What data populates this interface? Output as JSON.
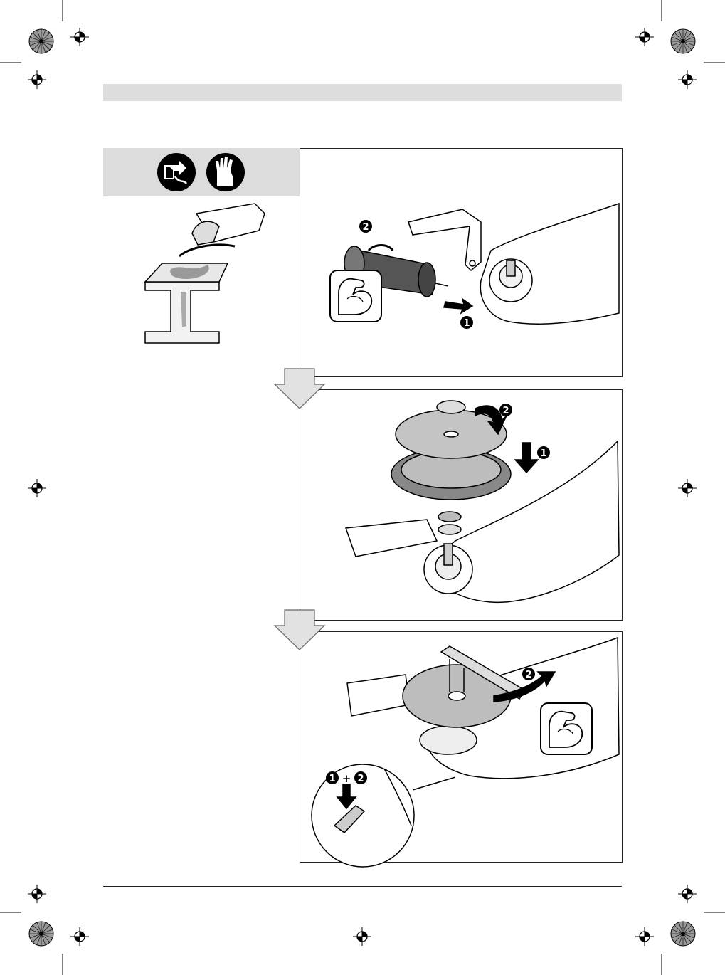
{
  "steps": {
    "panel1": {
      "label_1": "1",
      "label_2": "2"
    },
    "panel2": {
      "label_1": "1",
      "label_2": "2"
    },
    "panel3": {
      "label_2": "2",
      "combo_1": "1",
      "combo_plus": "+",
      "combo_2": "2"
    }
  },
  "icons": {
    "safety": [
      "unplug-icon",
      "gloves-icon"
    ],
    "strength": "flexed-arm-icon",
    "registration": "registration-mark-icon",
    "color_wheel": "color-wheel-icon"
  },
  "colors": {
    "header_bar": "#dddddd",
    "safety_panel": "#dcdcdc",
    "arrow_fill": "#e2e2e2",
    "disc_fill": "#bdbdbd"
  }
}
